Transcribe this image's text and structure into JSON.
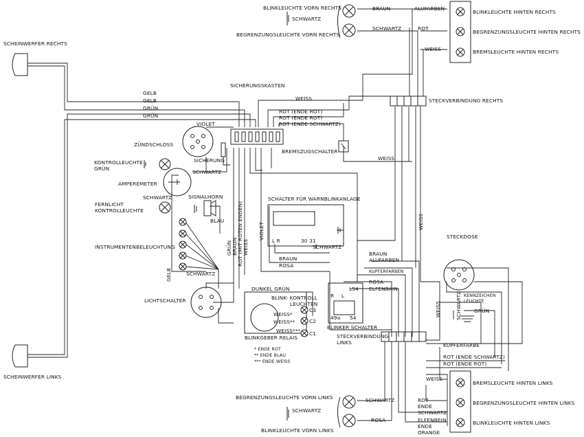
{
  "components": {
    "blinkleuchte_vorn_rechts": "BLINKLEUCHTE VORN RECHTS",
    "begrenzungsleuchte_vorn_rechts": "BEGRENZUNGSLEUCHTE VORN RECHTS",
    "blinkleuchte_hinten_rechts": "BLINKLEUCHTE HINTEN RECHTS",
    "begrenzungsleuchte_hinten_rechts": "BEGRENZUNGSLEUCHTE HINTEN RECHTS",
    "bremsleuchte_hinten_rechts": "BREMSLEUCHTE HINTEN RECHTS",
    "scheinwerfer_rechts": "SCHEINWERFER RECHTS",
    "scheinwerfer_links": "SCHEINWERFER LINKS",
    "sicherungskasten": "SICHERUNGSKASTEN",
    "steckverbindung_rechts": "STECKVERBINDUNG RECHTS",
    "zuendschloss": "ZÜNDSCHLOSS",
    "sicherung": "SICHERUNG",
    "bremszugschalter": "BREMSZUGSCHALTER",
    "kontrollleuchte_gruen_1": "KONTROLLEUCHTE",
    "kontrollleuchte_gruen_2": "GRÜN",
    "amperemeter": "AMPEREMETER",
    "signalhorn": "SIGNALHORN",
    "fernlicht_1": "FERNLICHT",
    "fernlicht_2": "KONTROLLEUCHTE",
    "schalter_warnblink": "SCHALTER FÜR WARNBLINKANLAGE",
    "instrumentenbeleuchtung": "INSTRUMENTENBELEUCHTUNG",
    "steckdose": "STECKDOSE",
    "lichtschalter": "LICHTSCHALTER",
    "blink_kontroll_1": "BLINK-  KONTROLL",
    "blink_kontroll_2": "LEUCHTEN",
    "blinkgeber_relais": "BLINKGEBER RELAIS",
    "blinker_schalter": "BLINKER SCHALTER",
    "kennzeichen_1": "KENNZEICHEN",
    "kennzeichen_2": "LEUCHTE",
    "steckverbindung_links_1": "STECKVERBINDUNG",
    "steckverbindung_links_2": "LINKS",
    "begrenzungsleuchte_vorn_links": "BEGRENZUNGSLEUCHTE VORN LINKS",
    "blinkleuchte_vorn_links": "BLINKLEUCHTE VORN LINKS",
    "bremsleuchte_hinten_links": "BREMSLEUCHTE HINTEN LINKS",
    "begrenzungsleuchte_hinten_links": "BEGRENZUNGSLEUCHTE HINTEN LINKS",
    "blinkleuchte_hinten_links": "BLINKLEUCHTE HINTEN LINKS"
  },
  "wires": {
    "braun": "BRAUN",
    "alufarben": "ALUFARBEN",
    "schwartz": "SCHWARTZ",
    "rot": "ROT",
    "weiss": "WEISS",
    "gelb": "GELB",
    "gruen": "GRÜN",
    "violet": "VIOLET",
    "blau": "BLAU",
    "rosa": "ROSA",
    "rot_ende_rot": "ROT (ENDE ROT)",
    "rot_ende_schwartz": "ROT (ENDE SCHWARTZ)",
    "rot_mit_roten_enden": "ROT (MIT ROTEN ENDEN)",
    "dunkel_gruen": "DUNKEL GRÜN",
    "kupferfarben": "KUPFERFARBEN",
    "kupferfarbe": "KUPFERFARBE",
    "elfenbain": "ELFENBAIN",
    "elfenbein": "ELFENBEIN",
    "ende": "ENDE",
    "orange": "ORANGE"
  },
  "terminals": {
    "c1": "C1",
    "c2": "C2",
    "c3": "C3",
    "weiss1": "WEISS*",
    "weiss2": "WEISS**",
    "weiss3": "WEISS***",
    "l54": "L54",
    "t49a": "49a",
    "t54": "54",
    "l": "L",
    "r": "R",
    "t30": "30",
    "t31": "31",
    "l_r": "L    R"
  },
  "legend": {
    "l1": "*  ENDE ROT",
    "l2": "** ENDE BLAU",
    "l3": "*** ENDE WEISS"
  }
}
